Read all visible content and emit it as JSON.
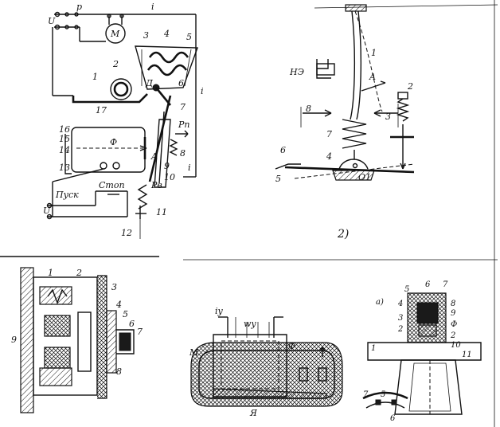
{
  "figure_a": {
    "labels": [
      "p",
      "i",
      "U",
      "M",
      "3",
      "4",
      "5",
      "2",
      "1",
      "Д",
      "6",
      "17",
      "7",
      "i",
      "Pn",
      "8",
      "16",
      "15",
      "Ф",
      "14",
      "A",
      "9",
      "10",
      "13",
      "i",
      "Pв",
      "11",
      "12",
      "U"
    ],
    "start_label": "Пуск",
    "stop_label": "Стоп"
  },
  "figure_b": {
    "labels": [
      "1",
      "НЭ",
      "A",
      "2",
      "8",
      "3",
      "7",
      "6",
      "4",
      "5",
      "O1"
    ],
    "caption": "2)"
  },
  "figure_c": {
    "labels": [
      "1",
      "2",
      "3",
      "4",
      "5",
      "6",
      "7",
      "9",
      "8"
    ]
  },
  "figure_d": {
    "labels": [
      "iy",
      "wy",
      "Ф",
      "M",
      "Я"
    ]
  },
  "figure_e": {
    "labels": [
      "a)",
      "5",
      "6",
      "7",
      "4",
      "8",
      "3",
      "2",
      "9",
      "Ф",
      "2",
      "10",
      "1",
      "11",
      "7",
      "5",
      "6"
    ]
  }
}
